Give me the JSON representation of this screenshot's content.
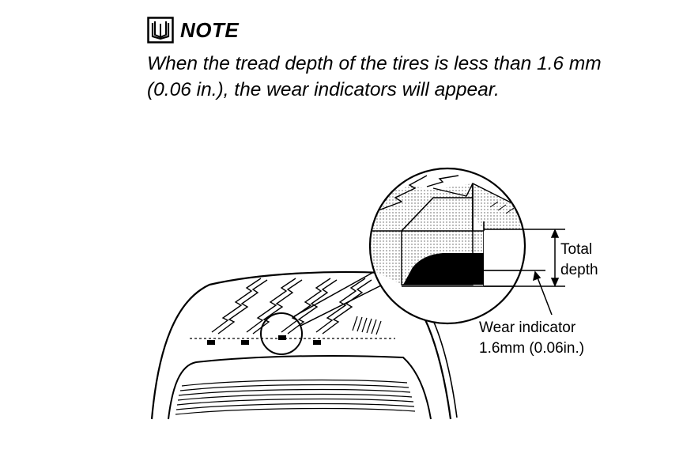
{
  "note": {
    "icon": "book-icon",
    "title": "NOTE",
    "line1": "When the tread depth of the tires is less than 1.6 mm",
    "line2": "(0.06 in.), the wear indicators will appear."
  },
  "diagram": {
    "total_depth_line1": "Total",
    "total_depth_line2": "depth",
    "wear_indicator_line1": "Wear indicator",
    "wear_indicator_line2": "1.6mm (0.06in.)"
  }
}
